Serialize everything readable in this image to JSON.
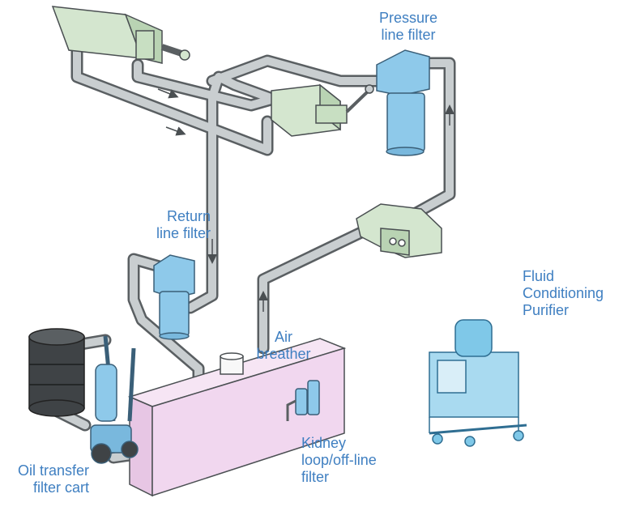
{
  "labels": {
    "pressure_filter": [
      "Pressure",
      "line filter"
    ],
    "return_filter": [
      "Return",
      "line filter"
    ],
    "fluid_purifier": [
      "Fluid",
      "Conditioning",
      "Purifier"
    ],
    "air_breather": [
      "Air",
      "breather"
    ],
    "kidney_loop": [
      "Kidney",
      "loop/off-line",
      "filter"
    ],
    "oil_cart": [
      "Oil transfer",
      "filter cart"
    ]
  },
  "colors": {
    "label_text": "#3f7fc1",
    "pipe": "#c9ced0",
    "pipe_outline": "#5a5f62",
    "filter_blue": "#8ec9ea",
    "component_green": "#d4e6cf",
    "tank_pink": "#f1d7ef",
    "purifier_blue": "#7fc8e8"
  }
}
